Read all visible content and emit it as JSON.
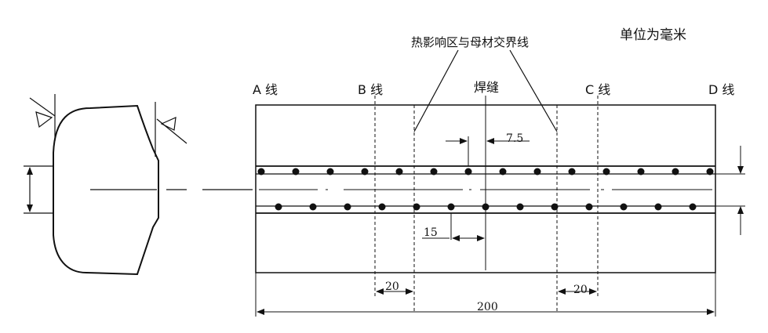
{
  "unit_note": "单位为毫米",
  "haz_label": "热影响区与母材交界线",
  "weld_label": "焊缝",
  "line_labels": {
    "a": "A 线",
    "b": "B 线",
    "c": "C 线",
    "d": "D 线"
  },
  "dims": {
    "pitch_upper": "7.5",
    "pitch_lower": "15",
    "left_gap": "20",
    "right_gap": "20",
    "overall": "200"
  },
  "colors": {
    "ink": "#111111"
  }
}
